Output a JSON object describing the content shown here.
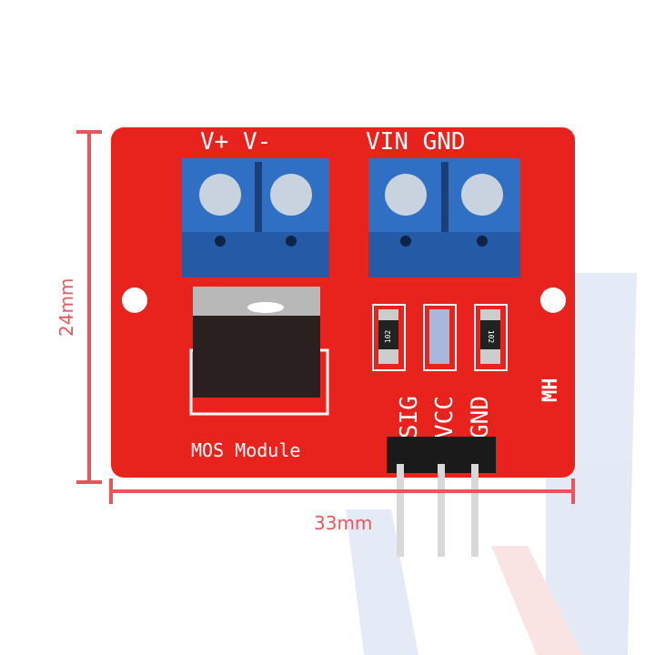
{
  "board": {
    "terminal_labels_left": "V+ V-",
    "terminal_labels_right": "VIN GND",
    "module_label": "MOS Module",
    "pin_labels": [
      "SIG",
      "VCC",
      "GND"
    ],
    "resistor_code": "102",
    "brand_mark": "MH"
  },
  "dimensions": {
    "height_label": "24mm",
    "width_label": "33mm"
  },
  "colors": {
    "pcb": "#e8231e",
    "terminal": "#2f6fc4",
    "dimension": "#e8555a",
    "header": "#1a1a1a"
  }
}
